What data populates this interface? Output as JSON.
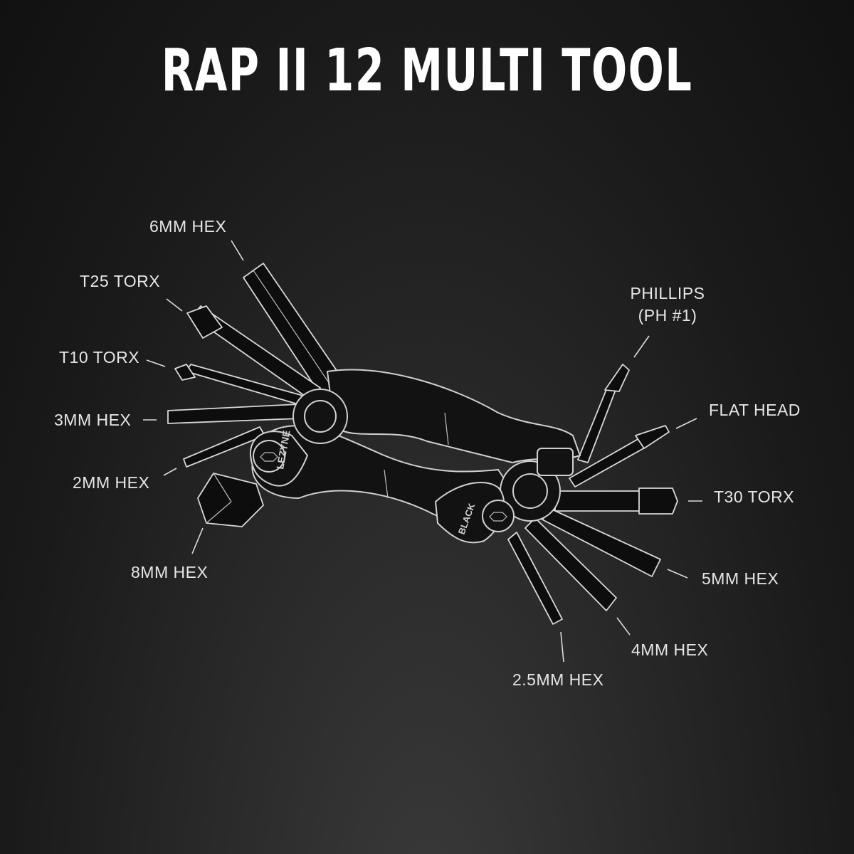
{
  "title": "RAP II 12 MULTI TOOL",
  "labels": {
    "hex_6mm": "6MM HEX",
    "t25_torx": "T25 TORX",
    "t10_torx": "T10 TORX",
    "hex_3mm": "3MM HEX",
    "hex_2mm": "2MM HEX",
    "hex_8mm": "8MM HEX",
    "phillips_line1": "PHILLIPS",
    "phillips_line2": "(PH #1)",
    "flat_head": "FLAT HEAD",
    "t30_torx": "T30 TORX",
    "hex_5mm": "5MM HEX",
    "hex_4mm": "4MM HEX",
    "hex_2_5mm": "2.5MM HEX"
  },
  "branding": {
    "logo": "LEZYNE",
    "badge": "BLACK"
  }
}
